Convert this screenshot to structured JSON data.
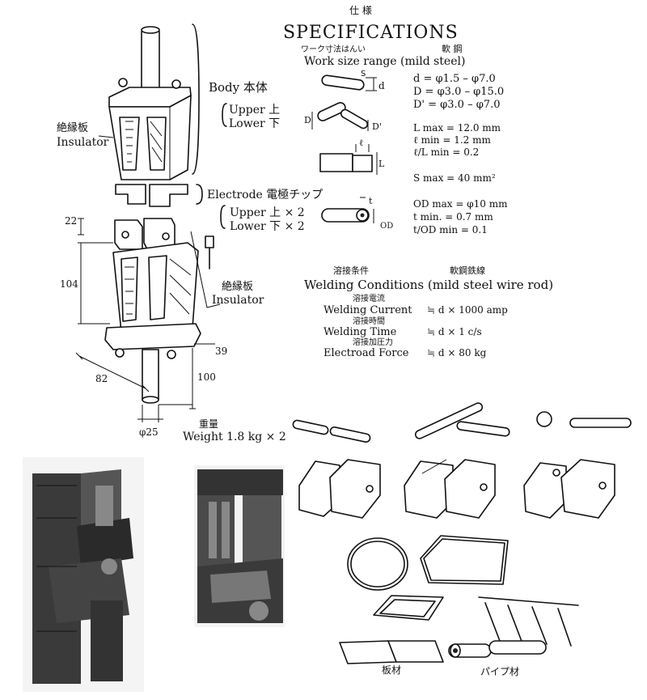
{
  "spec": {
    "title_jp": "仕 様",
    "title": "SPECIFICATIONS",
    "work_size_jp": "ワーク寸法はんい",
    "mild_steel_jp": "軟 鋼",
    "work_size": "Work size range (mild steel)",
    "rod": [
      "d = φ1.5 – φ7.0",
      "D = φ3.0 – φ15.0",
      "D' = φ3.0 – φ7.0"
    ],
    "lengths": [
      "L max = 12.0 mm",
      "ℓ min = 1.2 mm",
      "ℓ/L min = 0.2"
    ],
    "s_max": "S max = 40 mm²",
    "pipe": [
      "OD max = φ10 mm",
      "t min. = 0.7 mm",
      "t/OD min = 0.1"
    ],
    "diagram_labels": {
      "s": "S",
      "d": "d",
      "D": "D",
      "Dp": "D'",
      "l": "ℓ",
      "L": "L",
      "t": "t",
      "OD": "OD"
    }
  },
  "welding": {
    "title_jp": "溶接条件",
    "material_jp": "軟鋼鉄線",
    "title": "Welding Conditions (mild steel wire rod)",
    "rows": [
      {
        "jp": "溶接電流",
        "label": "Welding Current",
        "value": "≒ d × 1000 amp"
      },
      {
        "jp": "溶接時間",
        "label": "Welding Time",
        "value": "≒ d × 1  c/s"
      },
      {
        "jp": "溶接加圧力",
        "label": "Electroad Force",
        "value": "≒ d × 80  kg"
      }
    ]
  },
  "parts": {
    "body": "Body 本体",
    "body_upper": "Upper 上",
    "body_lower": "Lower 下",
    "insulator_jp": "絶縁板",
    "insulator": "Insulator",
    "electrode": "Electrode 電極チップ",
    "elec_upper": "Upper 上 × 2",
    "elec_lower": "Lower 下 × 2",
    "insulator2_jp": "絶縁板",
    "insulator2": "Insulator"
  },
  "dimensions": {
    "d22": "22",
    "d104": "104",
    "d39": "39",
    "d82": "82",
    "d100": "100",
    "d25": "φ25"
  },
  "weight": {
    "jp": "重量",
    "label": "Weight  1.8 kg × 2"
  },
  "samples": {
    "plate_jp": "板材",
    "pipe_jp": "パイプ材"
  }
}
